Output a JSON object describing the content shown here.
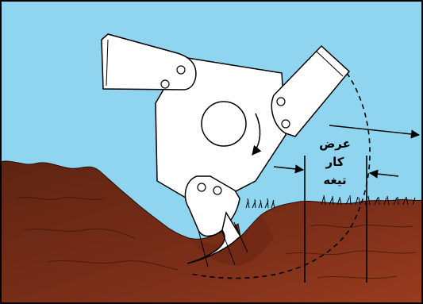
{
  "label": {
    "line1": "عرض",
    "line2": "کار",
    "line3": "تیغه"
  },
  "colors": {
    "sky": "#8fd5f0",
    "soil": "#7a2a18",
    "soil_dark": "#5a1c0e",
    "frame": "#000000",
    "parts": "#ffffff"
  }
}
